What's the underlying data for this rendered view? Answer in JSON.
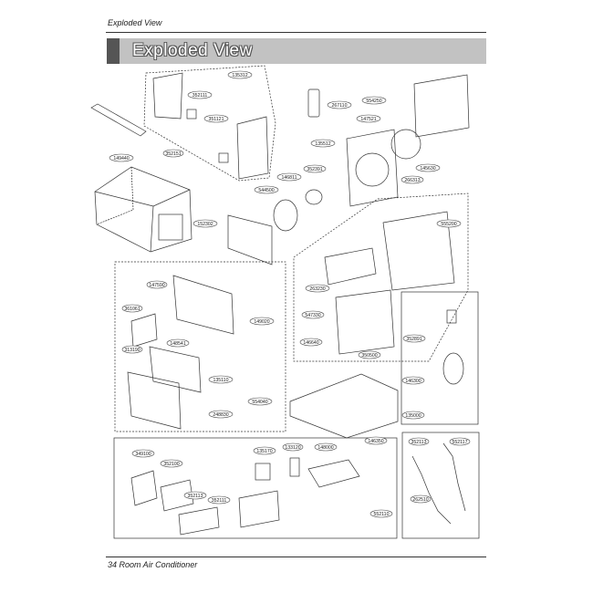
{
  "header": {
    "running_title": "Exploded View",
    "section_title": "Exploded View"
  },
  "footer": {
    "page_label": "34   Room Air Conditioner"
  },
  "diagram": {
    "part_labels": [
      "135312",
      "352111",
      "351121",
      "149440",
      "352151",
      "152302",
      "267110",
      "554250",
      "135512",
      "147521",
      "352391",
      "146811",
      "544500",
      "145630",
      "266313",
      "555200",
      "263230",
      "547330",
      "146640",
      "350500",
      "147590",
      "361061",
      "148541",
      "313190",
      "149020",
      "135110",
      "248830",
      "554040",
      "352891",
      "146300",
      "135000",
      "146350",
      "349100",
      "352100",
      "352113",
      "352111",
      "135170",
      "133120",
      "148000",
      "552110",
      "352113",
      "552117",
      "262510"
    ]
  }
}
